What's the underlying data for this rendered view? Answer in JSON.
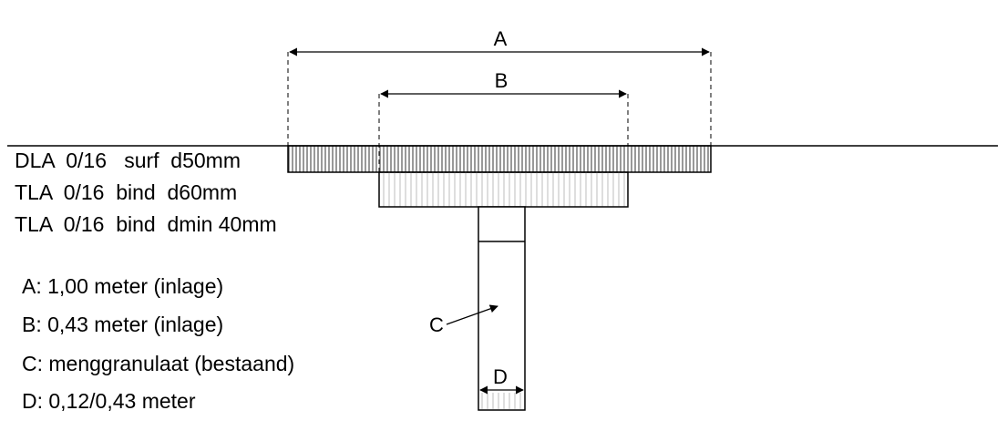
{
  "layers": [
    {
      "label": "DLA  0/16   surf  d50mm"
    },
    {
      "label": "TLA  0/16  bind  d60mm"
    },
    {
      "label": "TLA  0/16  bind  dmin 40mm"
    }
  ],
  "legend": [
    {
      "text": "A: 1,00 meter (inlage)"
    },
    {
      "text": "B: 0,43 meter (inlage)"
    },
    {
      "text": "C: menggranulaat (bestaand)"
    },
    {
      "text": "D: 0,12/0,43 meter"
    }
  ],
  "dimensions": {
    "a": "A",
    "b": "B",
    "c": "C",
    "d": "D"
  }
}
